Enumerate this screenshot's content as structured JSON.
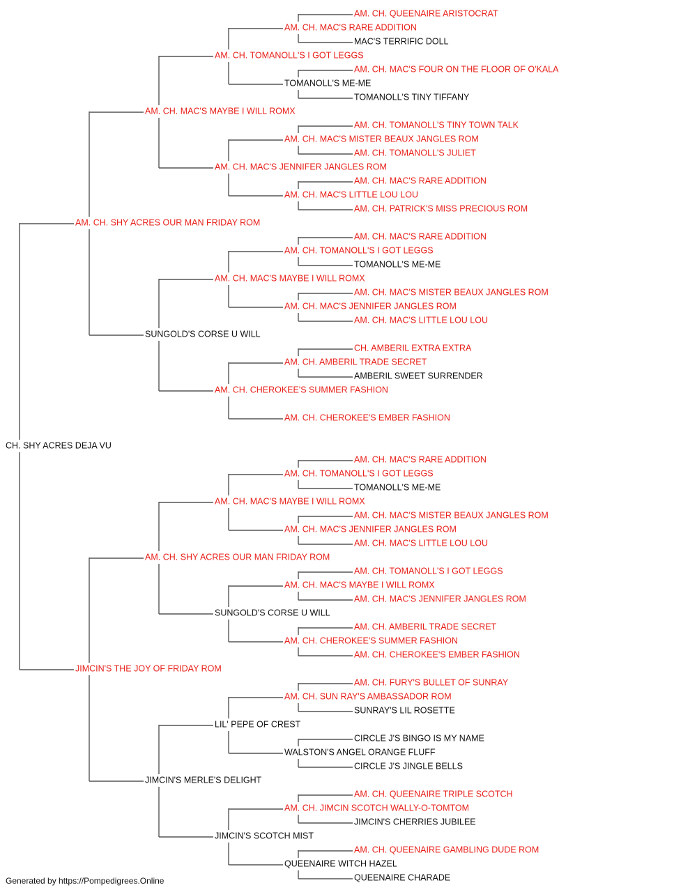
{
  "footer": "Generated by https://Pompedigrees.Online",
  "colors": {
    "champion": "#e8201a",
    "regular": "#111111",
    "lines": "#555555"
  },
  "pedigree": {
    "name": "CH. SHY ACRES DEJA VU",
    "champion": false,
    "parents": [
      {
        "name": "AM. CH. SHY ACRES OUR MAN FRIDAY ROM",
        "champion": true,
        "parents": [
          {
            "name": "AM. CH. MAC'S MAYBE I WILL ROMX",
            "champion": true,
            "parents": [
              {
                "name": "AM. CH. TOMANOLL'S I GOT LEGGS",
                "champion": true,
                "parents": [
                  {
                    "name": "AM. CH. MAC'S RARE ADDITION",
                    "champion": true,
                    "parents": [
                      {
                        "name": "AM. CH. QUEENAIRE ARISTOCRAT",
                        "champion": true
                      },
                      {
                        "name": "MAC'S TERRIFIC DOLL",
                        "champion": false
                      }
                    ]
                  },
                  {
                    "name": "TOMANOLL'S ME-ME",
                    "champion": false,
                    "parents": [
                      {
                        "name": "AM. CH. MAC'S FOUR ON THE FLOOR OF O'KALA",
                        "champion": true
                      },
                      {
                        "name": "TOMANOLL'S TINY TIFFANY",
                        "champion": false
                      }
                    ]
                  }
                ]
              },
              {
                "name": "AM. CH. MAC'S JENNIFER JANGLES ROM",
                "champion": true,
                "parents": [
                  {
                    "name": "AM. CH. MAC'S MISTER BEAUX JANGLES ROM",
                    "champion": true,
                    "parents": [
                      {
                        "name": "AM. CH. TOMANOLL'S TINY TOWN TALK",
                        "champion": true
                      },
                      {
                        "name": "AM. CH. TOMANOLL'S JULIET",
                        "champion": true
                      }
                    ]
                  },
                  {
                    "name": "AM. CH. MAC'S LITTLE LOU LOU",
                    "champion": true,
                    "parents": [
                      {
                        "name": "AM. CH. MAC'S RARE ADDITION",
                        "champion": true
                      },
                      {
                        "name": "AM. CH. PATRICK'S MISS PRECIOUS ROM",
                        "champion": true
                      }
                    ]
                  }
                ]
              }
            ]
          },
          {
            "name": "SUNGOLD'S CORSE U WILL",
            "champion": false,
            "parents": [
              {
                "name": "AM. CH. MAC'S MAYBE I WILL ROMX",
                "champion": true,
                "parents": [
                  {
                    "name": "AM. CH. TOMANOLL'S I GOT LEGGS",
                    "champion": true,
                    "parents": [
                      {
                        "name": "AM. CH. MAC'S RARE ADDITION",
                        "champion": true
                      },
                      {
                        "name": "TOMANOLL'S ME-ME",
                        "champion": false
                      }
                    ]
                  },
                  {
                    "name": "AM. CH. MAC'S JENNIFER JANGLES ROM",
                    "champion": true,
                    "parents": [
                      {
                        "name": "AM. CH. MAC'S MISTER BEAUX JANGLES ROM",
                        "champion": true
                      },
                      {
                        "name": "AM. CH. MAC'S LITTLE LOU LOU",
                        "champion": true
                      }
                    ]
                  }
                ]
              },
              {
                "name": "AM. CH. CHEROKEE'S SUMMER FASHION",
                "champion": true,
                "parents": [
                  {
                    "name": "AM. CH. AMBERIL TRADE SECRET",
                    "champion": true,
                    "parents": [
                      {
                        "name": "CH. AMBERIL EXTRA EXTRA",
                        "champion": true
                      },
                      {
                        "name": "AMBERIL SWEET SURRENDER",
                        "champion": false
                      }
                    ]
                  },
                  {
                    "name": "AM. CH. CHEROKEE'S EMBER FASHION",
                    "champion": true
                  }
                ]
              }
            ]
          }
        ]
      },
      {
        "name": "JIMCIN'S THE JOY OF FRIDAY ROM",
        "champion": true,
        "parents": [
          {
            "name": "AM. CH. SHY ACRES OUR MAN FRIDAY ROM",
            "champion": true,
            "parents": [
              {
                "name": "AM. CH. MAC'S MAYBE I WILL ROMX",
                "champion": true,
                "parents": [
                  {
                    "name": "AM. CH. TOMANOLL'S I GOT LEGGS",
                    "champion": true,
                    "parents": [
                      {
                        "name": "AM. CH. MAC'S RARE ADDITION",
                        "champion": true
                      },
                      {
                        "name": "TOMANOLL'S ME-ME",
                        "champion": false
                      }
                    ]
                  },
                  {
                    "name": "AM. CH. MAC'S JENNIFER JANGLES ROM",
                    "champion": true,
                    "parents": [
                      {
                        "name": "AM. CH. MAC'S MISTER BEAUX JANGLES ROM",
                        "champion": true
                      },
                      {
                        "name": "AM. CH. MAC'S LITTLE LOU LOU",
                        "champion": true
                      }
                    ]
                  }
                ]
              },
              {
                "name": "SUNGOLD'S CORSE U WILL",
                "champion": false,
                "parents": [
                  {
                    "name": "AM. CH. MAC'S MAYBE I WILL ROMX",
                    "champion": true,
                    "parents": [
                      {
                        "name": "AM. CH. TOMANOLL'S I GOT LEGGS",
                        "champion": true
                      },
                      {
                        "name": "AM. CH. MAC'S JENNIFER JANGLES ROM",
                        "champion": true
                      }
                    ]
                  },
                  {
                    "name": "AM. CH. CHEROKEE'S SUMMER FASHION",
                    "champion": true,
                    "parents": [
                      {
                        "name": "AM. CH. AMBERIL TRADE SECRET",
                        "champion": true
                      },
                      {
                        "name": "AM. CH. CHEROKEE'S EMBER FASHION",
                        "champion": true
                      }
                    ]
                  }
                ]
              }
            ]
          },
          {
            "name": "JIMCIN'S MERLE'S DELIGHT",
            "champion": false,
            "parents": [
              {
                "name": "LIL' PEPE OF CREST",
                "champion": false,
                "parents": [
                  {
                    "name": "AM. CH. SUN RAY'S AMBASSADOR ROM",
                    "champion": true,
                    "parents": [
                      {
                        "name": "AM. CH. FURY'S BULLET OF SUNRAY",
                        "champion": true
                      },
                      {
                        "name": "SUNRAY'S LIL ROSETTE",
                        "champion": false
                      }
                    ]
                  },
                  {
                    "name": "WALSTON'S ANGEL ORANGE FLUFF",
                    "champion": false,
                    "parents": [
                      {
                        "name": "CIRCLE J'S BINGO IS MY NAME",
                        "champion": false
                      },
                      {
                        "name": "CIRCLE J'S JINGLE BELLS",
                        "champion": false
                      }
                    ]
                  }
                ]
              },
              {
                "name": "JIMCIN'S SCOTCH MIST",
                "champion": false,
                "parents": [
                  {
                    "name": "AM. CH. JIMCIN SCOTCH WALLY-O-TOMTOM",
                    "champion": true,
                    "parents": [
                      {
                        "name": "AM. CH. QUEENAIRE TRIPLE SCOTCH",
                        "champion": true
                      },
                      {
                        "name": "JIMCIN'S CHERRIES JUBILEE",
                        "champion": false
                      }
                    ]
                  },
                  {
                    "name": "QUEENAIRE WITCH HAZEL",
                    "champion": false,
                    "parents": [
                      {
                        "name": "AM. CH. QUEENAIRE GAMBLING DUDE ROM",
                        "champion": true
                      },
                      {
                        "name": "QUEENAIRE CHARADE",
                        "champion": false
                      }
                    ]
                  }
                ]
              }
            ]
          }
        ]
      }
    ]
  }
}
